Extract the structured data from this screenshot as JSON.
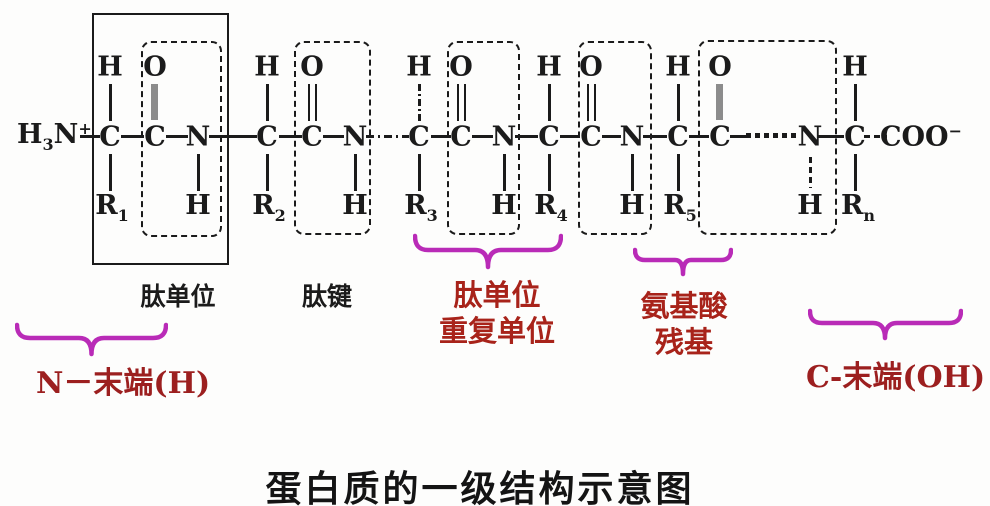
{
  "title": "蛋白质的一级结构示意图",
  "colors": {
    "ink": "#1b1b1b",
    "brace": "#b92bb7",
    "red_label": "#a8231a",
    "terminal_label": "#9c1f1f",
    "double_bond_gray": "#8c8c8c"
  },
  "terminals": {
    "left": {
      "h": "H",
      "sub": "3",
      "n": "N",
      "sup": "+"
    },
    "right": {
      "base": "COO",
      "sup": "−"
    }
  },
  "chain": {
    "top": [
      "H",
      "O",
      "H",
      "O",
      "H",
      "O",
      "H",
      "O",
      "H",
      "O",
      "H"
    ],
    "main": [
      "C",
      "C",
      "N",
      "C",
      "C",
      "N",
      "C",
      "C",
      "N",
      "C",
      "C",
      "N",
      "C",
      "C",
      "N",
      "C"
    ],
    "bottom_base": [
      "R",
      "H",
      "R",
      "H",
      "R",
      "H",
      "R",
      "H",
      "R",
      "H",
      "R"
    ],
    "bottom_sub": [
      "1",
      "",
      "2",
      "",
      "3",
      "",
      "4",
      "",
      "5",
      "",
      "n"
    ]
  },
  "labels": {
    "peptide_unit": "肽单位",
    "peptide_bond": "肽键",
    "repeat_line1": "肽单位",
    "repeat_line2": "重复单位",
    "residue_line1": "氨基酸",
    "residue_line2": "残基",
    "n_terminus": "N－末端(H)",
    "c_terminus": "C-末端(OH)"
  }
}
